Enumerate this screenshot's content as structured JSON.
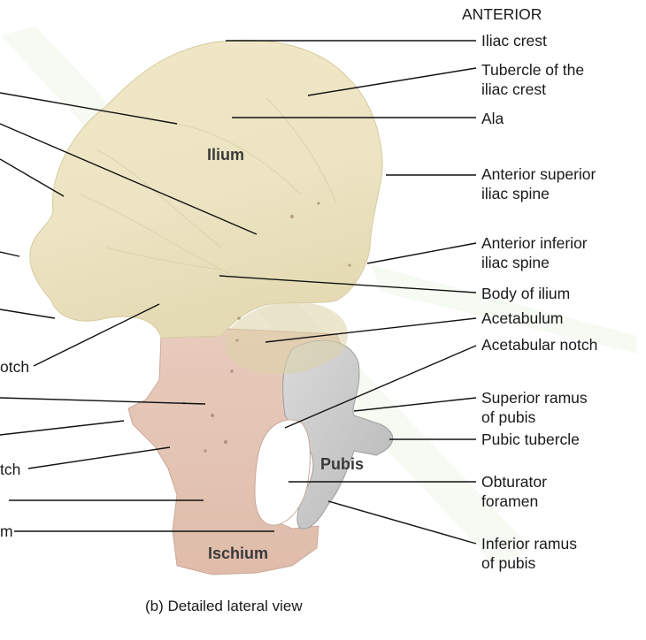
{
  "orientation": "ANTERIOR",
  "caption": "(b) Detailed lateral view",
  "regions": {
    "ilium": "Ilium",
    "pubis": "Pubis",
    "ischium": "Ischium"
  },
  "right_labels": [
    {
      "line1": "Iliac crest",
      "line2": ""
    },
    {
      "line1": "Tubercle of the",
      "line2": "iliac crest"
    },
    {
      "line1": "Ala",
      "line2": ""
    },
    {
      "line1": "Anterior superior",
      "line2": "iliac spine"
    },
    {
      "line1": "Anterior inferior",
      "line2": "iliac spine"
    },
    {
      "line1": "Body of ilium",
      "line2": ""
    },
    {
      "line1": "Acetabulum",
      "line2": ""
    },
    {
      "line1": "Acetabular notch",
      "line2": ""
    },
    {
      "line1": "Superior ramus",
      "line2": "of pubis"
    },
    {
      "line1": "Pubic tubercle",
      "line2": ""
    },
    {
      "line1": "Obturator",
      "line2": "foramen"
    },
    {
      "line1": "Inferior ramus",
      "line2": "of pubis"
    }
  ],
  "left_labels": [
    "otch",
    "tch",
    "m"
  ],
  "colors": {
    "ilium": "#efe8c8",
    "ischium": "#e6c6b6",
    "pubis": "#cfcfcf",
    "watermark": "#eaf3e4",
    "leader": "#111111"
  }
}
